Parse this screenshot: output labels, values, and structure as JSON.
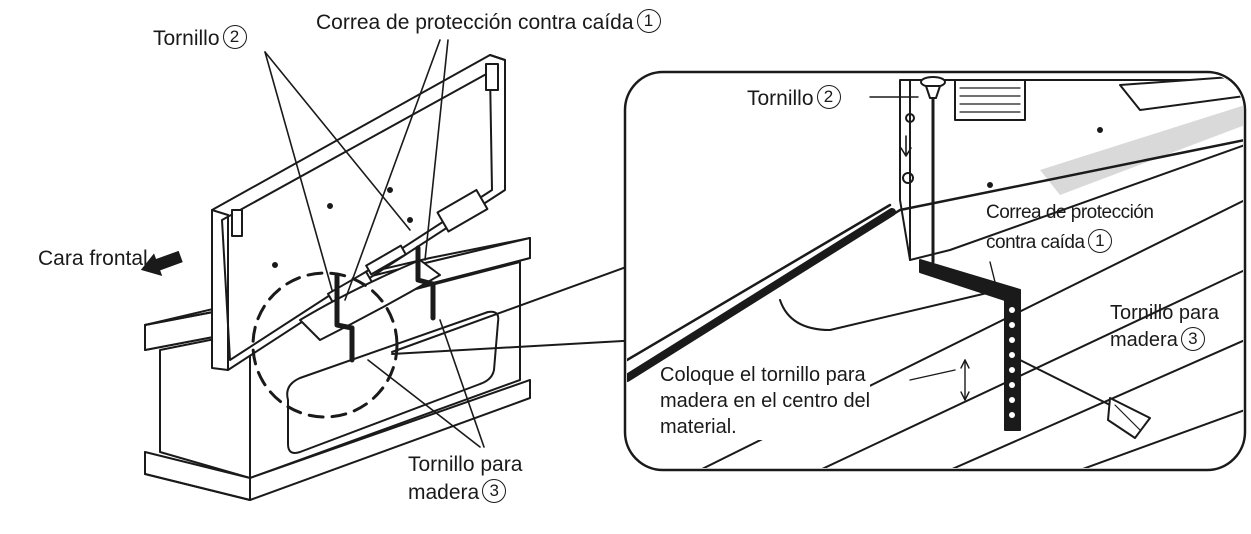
{
  "labels": {
    "screw_left": "Tornillo",
    "screw_left_num": "2",
    "strap_top": "Correa de protección contra caída",
    "strap_top_num": "1",
    "front": "Cara frontal",
    "wood_screw_bottom_line1": "Tornillo para",
    "wood_screw_bottom_line2": "madera",
    "wood_screw_bottom_num": "3",
    "detail_screw": "Tornillo",
    "detail_screw_num": "2",
    "detail_strap_line1": "Correa de protección",
    "detail_strap_line2": "contra caída",
    "detail_strap_num": "1",
    "detail_wood_line1": "Tornillo para",
    "detail_wood_line2": "madera",
    "detail_wood_num": "3",
    "note_line1": "Coloque el tornillo para",
    "note_line2": "madera en el centro del",
    "note_line3": "material."
  },
  "colors": {
    "line": "#1a1a1a",
    "fill": "#ffffff",
    "shade": "#d9d9d9"
  },
  "icons": [
    "arrow-front-icon",
    "screw-icon",
    "wood-screw-icon",
    "strap-icon"
  ]
}
